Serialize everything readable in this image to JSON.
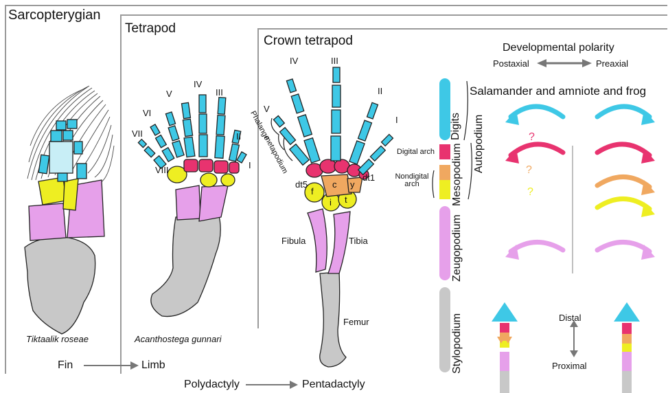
{
  "panels": {
    "sarcopterygian": "Sarcopterygian",
    "tetrapod": "Tetrapod",
    "crown_tetrapod": "Crown tetrapod"
  },
  "species": {
    "tiktaalik": "Tiktaalik roseae",
    "acanthostega": "Acanthostega gunnari"
  },
  "transitions": {
    "fin": "Fin",
    "limb": "Limb",
    "polydactyly": "Polydactyly",
    "pentadactyly": "Pentadactyly"
  },
  "acanthostega_digits": [
    "VIII",
    "VII",
    "VI",
    "V",
    "IV",
    "III",
    "II",
    "I"
  ],
  "crown_digits": [
    "V",
    "IV",
    "III",
    "II",
    "I"
  ],
  "crown_labels": {
    "phalange": "Phalange",
    "metapodium": "metapodium",
    "dt5": "dt5",
    "dt1": "dt1",
    "f": "f",
    "c": "c",
    "y": "y",
    "i": "i",
    "t": "t",
    "fibula": "Fibula",
    "tibia": "Tibia",
    "femur": "Femur"
  },
  "segments": {
    "digits": "Digits",
    "autopodium": "Autopodium",
    "digital_arch": "Digital arch",
    "nondigital_arch": "Nondigital arch",
    "mesopodium": "Mesopodium",
    "zeugopodium": "Zeugopodium",
    "stylopodium": "Stylopodium"
  },
  "polarity": {
    "title": "Developmental polarity",
    "postaxial": "Postaxial",
    "preaxial": "Preaxial",
    "subtitle": "Salamander and amniote and frog",
    "question": "?",
    "distal": "Distal",
    "proximal": "Proximal"
  },
  "colors": {
    "digits": "#3ec8e6",
    "digital_arch": "#e8336f",
    "nondigital_orange": "#f0a860",
    "nondigital_yellow": "#eeee22",
    "zeugopodium": "#e6a0ea",
    "stylopodium": "#c8c8c8",
    "frame": "#999999"
  }
}
